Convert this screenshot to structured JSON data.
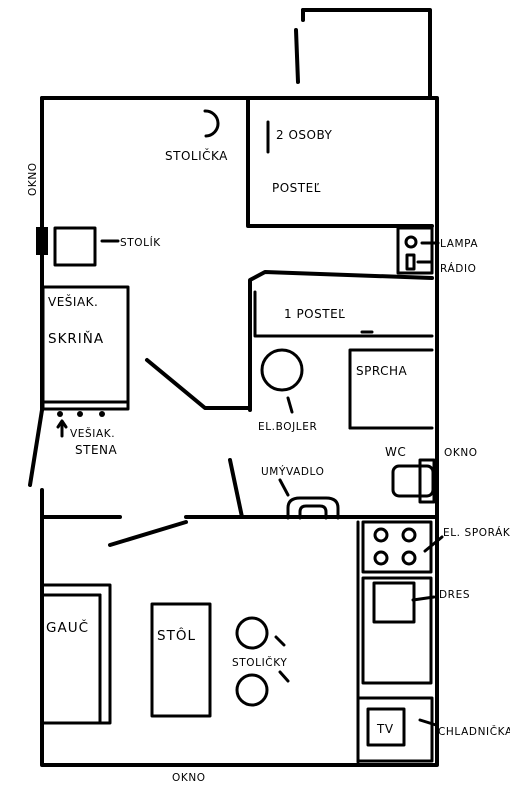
{
  "labels": {
    "okno_left": "OKNO",
    "okno_right": "OKNO",
    "okno_bottom": "OKNO",
    "stolicka": "STOLIČKA",
    "osoby": "2 OSOBY",
    "postel_top": "POSTEĽ",
    "lampa": "LAMPA",
    "radio": "RÁDIO",
    "stolik": "STOLÍK",
    "postel_1": "1 POSTEĽ",
    "vesiak_skrina_1": "VEŠIAK.",
    "vesiak_skrina_2": "SKRIŇA",
    "vesiak_stena_1": "VEŠIAK.",
    "vesiak_stena_2": "STENA",
    "sprcha": "SPRCHA",
    "bojler": "EL.BOJLER",
    "umyvadlo": "UMÝVADLO",
    "wc": "WC",
    "sporak": "EL. SPORÁK",
    "dres": "DRES",
    "gauc": "GAUČ",
    "stol": "STÔL",
    "stolicky": "STOLIČKY",
    "chladnicka": "CHLADNIČKA",
    "tv": "TV"
  }
}
